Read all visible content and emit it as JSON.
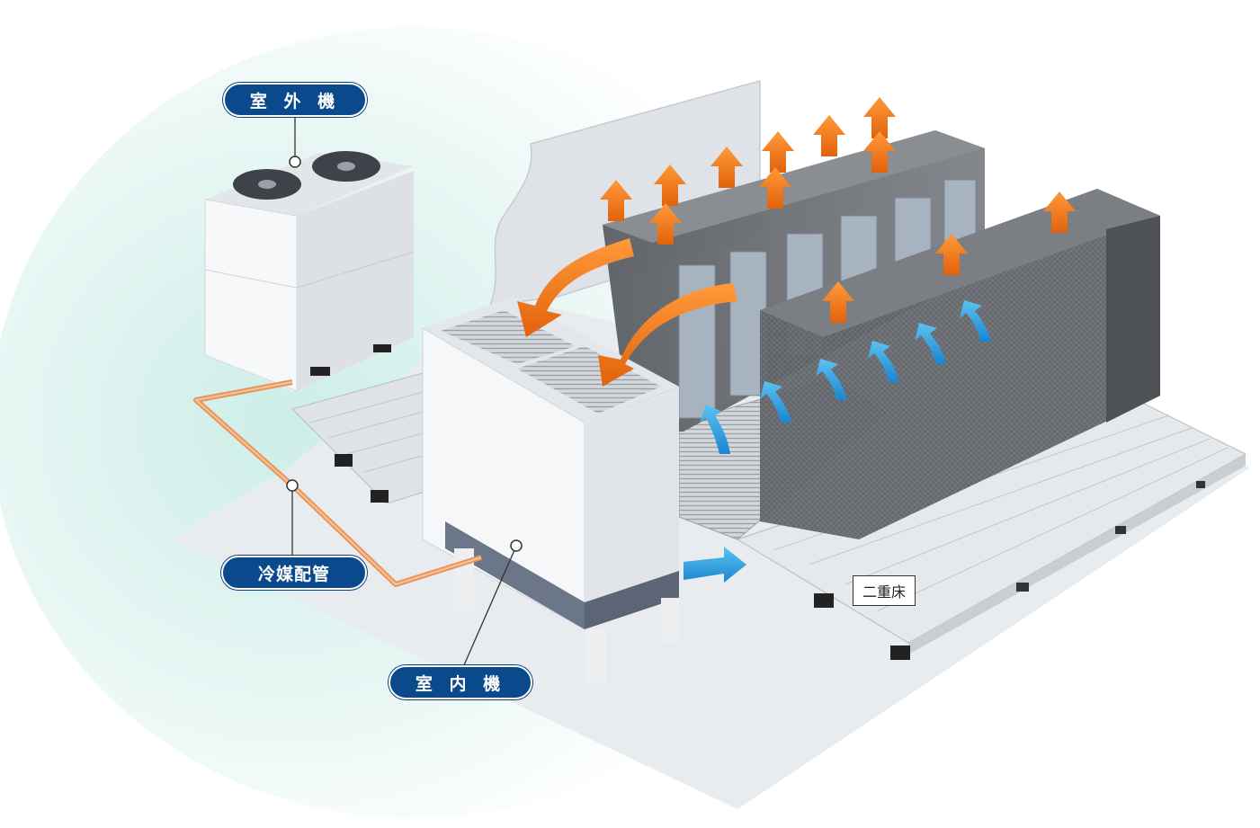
{
  "labels": {
    "outdoor_unit": "室 外 機",
    "refrigerant_pipe": "冷媒配管",
    "indoor_unit": "室 内 機",
    "raised_floor": "二重床"
  },
  "colors": {
    "label_bg": "#0a4a8c",
    "hot_air": "#f07a1a",
    "cool_air": "#2a9ee0",
    "pipe": "#e8955a",
    "backdrop": "#d8f0ec",
    "rack": "#6e7278"
  },
  "icons": {
    "hot_air_flow": "up-arrow-orange",
    "cool_air_flow": "up-arrow-blue",
    "fan": "fan-icon"
  }
}
